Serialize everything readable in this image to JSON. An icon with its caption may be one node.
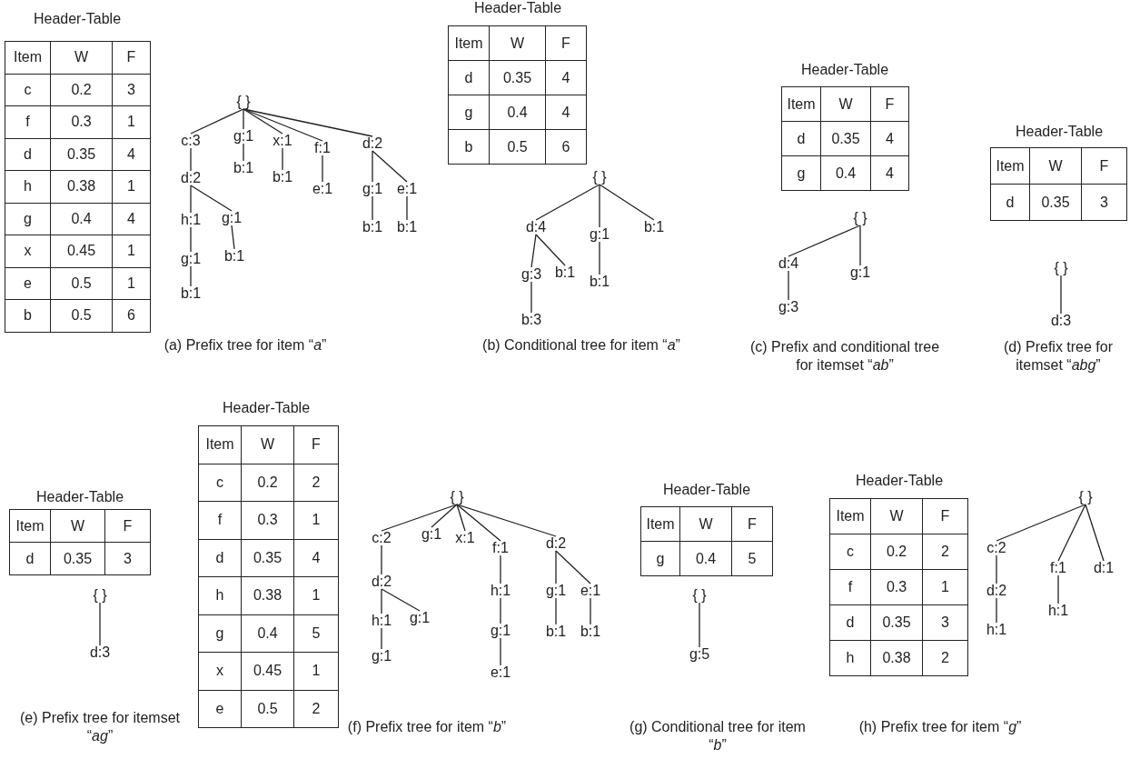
{
  "diagram": {
    "nodes": [
      {
        "text": [
          "{ }"
        ]
      },
      {
        "text": [
          "c:3"
        ]
      },
      {
        "text": [
          "g:1"
        ]
      },
      {
        "text": [
          "x:1"
        ]
      },
      {
        "text": [
          "f:1"
        ]
      },
      {
        "text": [
          "d:2"
        ]
      },
      {
        "text": [
          "d:2"
        ]
      },
      {
        "text": [
          "h:1"
        ]
      },
      {
        "text": [
          "g:1"
        ]
      },
      {
        "text": [
          "g:1"
        ]
      },
      {
        "text": [
          "b:1"
        ]
      },
      {
        "text": [
          "b:1"
        ]
      },
      {
        "text": [
          "b:1"
        ]
      },
      {
        "text": [
          "b:1"
        ]
      },
      {
        "text": [
          "e:1"
        ]
      },
      {
        "text": [
          "g:1"
        ]
      },
      {
        "text": [
          "e:1"
        ]
      },
      {
        "text": [
          "b:1"
        ]
      },
      {
        "text": [
          "b:1"
        ]
      },
      {
        "text": [
          "{ }"
        ]
      },
      {
        "text": [
          "d:4"
        ]
      },
      {
        "text": [
          "g:1"
        ]
      },
      {
        "text": [
          "b:1"
        ]
      },
      {
        "text": [
          "g:3"
        ]
      },
      {
        "text": [
          "b:1"
        ]
      },
      {
        "text": [
          "b:3"
        ]
      },
      {
        "text": [
          "b:1"
        ]
      },
      {
        "text": [
          "{ }"
        ]
      },
      {
        "text": [
          "d:4"
        ]
      },
      {
        "text": [
          "g:1"
        ]
      },
      {
        "text": [
          "g:3"
        ]
      },
      {
        "text": [
          "{ }"
        ]
      },
      {
        "text": [
          "d:3"
        ]
      },
      {
        "text": [
          "{ }"
        ]
      },
      {
        "text": [
          "d:3"
        ]
      },
      {
        "text": [
          "{ }"
        ]
      },
      {
        "text": [
          "c:2"
        ]
      },
      {
        "text": [
          "g:1"
        ]
      },
      {
        "text": [
          "x:1"
        ]
      },
      {
        "text": [
          "f:1"
        ]
      },
      {
        "text": [
          "d:2"
        ]
      },
      {
        "text": [
          "d:2"
        ]
      },
      {
        "text": [
          "h:1"
        ]
      },
      {
        "text": [
          "g:1"
        ]
      },
      {
        "text": [
          "g:1"
        ]
      },
      {
        "text": [
          "h:1"
        ]
      },
      {
        "text": [
          "g:1"
        ]
      },
      {
        "text": [
          "e:1"
        ]
      },
      {
        "text": [
          "g:1"
        ]
      },
      {
        "text": [
          "e:1"
        ]
      },
      {
        "text": [
          "b:1"
        ]
      },
      {
        "text": [
          "b:1"
        ]
      },
      {
        "text": [
          "{ }"
        ]
      },
      {
        "text": [
          "g:5"
        ]
      },
      {
        "text": [
          "{ }"
        ]
      },
      {
        "text": [
          "c:2"
        ]
      },
      {
        "text": [
          "f:1"
        ]
      },
      {
        "text": [
          "d:1"
        ]
      },
      {
        "text": [
          "d:2"
        ]
      },
      {
        "text": [
          "h:1"
        ]
      },
      {
        "text": [
          "h:1"
        ]
      }
    ],
    "edges": [
      {
        "from": 0,
        "to": 1,
        "arrow": "none"
      },
      {
        "from": 0,
        "to": 2,
        "arrow": "none"
      },
      {
        "from": 0,
        "to": 3,
        "arrow": "none"
      },
      {
        "from": 0,
        "to": 4,
        "arrow": "none"
      },
      {
        "from": 0,
        "to": 5,
        "arrow": "none"
      },
      {
        "from": 1,
        "to": 6,
        "arrow": "none"
      },
      {
        "from": 6,
        "to": 7,
        "arrow": "none"
      },
      {
        "from": 6,
        "to": 8,
        "arrow": "none"
      },
      {
        "from": 7,
        "to": 9,
        "arrow": "none"
      },
      {
        "from": 9,
        "to": 10,
        "arrow": "none"
      },
      {
        "from": 8,
        "to": 11,
        "arrow": "none"
      },
      {
        "from": 2,
        "to": 12,
        "arrow": "none"
      },
      {
        "from": 3,
        "to": 13,
        "arrow": "none"
      },
      {
        "from": 4,
        "to": 14,
        "arrow": "none"
      },
      {
        "from": 5,
        "to": 15,
        "arrow": "none"
      },
      {
        "from": 5,
        "to": 16,
        "arrow": "none"
      },
      {
        "from": 15,
        "to": 17,
        "arrow": "none"
      },
      {
        "from": 16,
        "to": 18,
        "arrow": "none"
      },
      {
        "from": 19,
        "to": 20,
        "arrow": "none"
      },
      {
        "from": 19,
        "to": 21,
        "arrow": "none"
      },
      {
        "from": 19,
        "to": 22,
        "arrow": "none"
      },
      {
        "from": 20,
        "to": 23,
        "arrow": "none"
      },
      {
        "from": 20,
        "to": 24,
        "arrow": "none"
      },
      {
        "from": 23,
        "to": 25,
        "arrow": "none"
      },
      {
        "from": 21,
        "to": 26,
        "arrow": "none"
      },
      {
        "from": 27,
        "to": 28,
        "arrow": "none"
      },
      {
        "from": 27,
        "to": 29,
        "arrow": "none"
      },
      {
        "from": 28,
        "to": 30,
        "arrow": "none"
      },
      {
        "from": 31,
        "to": 32,
        "arrow": "none"
      },
      {
        "from": 33,
        "to": 34,
        "arrow": "none"
      },
      {
        "from": 35,
        "to": 36,
        "arrow": "none"
      },
      {
        "from": 35,
        "to": 37,
        "arrow": "none"
      },
      {
        "from": 35,
        "to": 38,
        "arrow": "none"
      },
      {
        "from": 35,
        "to": 39,
        "arrow": "none"
      },
      {
        "from": 35,
        "to": 40,
        "arrow": "none"
      },
      {
        "from": 36,
        "to": 41,
        "arrow": "none"
      },
      {
        "from": 41,
        "to": 42,
        "arrow": "none"
      },
      {
        "from": 41,
        "to": 43,
        "arrow": "none"
      },
      {
        "from": 42,
        "to": 44,
        "arrow": "none"
      },
      {
        "from": 39,
        "to": 45,
        "arrow": "none"
      },
      {
        "from": 45,
        "to": 46,
        "arrow": "none"
      },
      {
        "from": 46,
        "to": 47,
        "arrow": "none"
      },
      {
        "from": 40,
        "to": 48,
        "arrow": "none"
      },
      {
        "from": 40,
        "to": 49,
        "arrow": "none"
      },
      {
        "from": 48,
        "to": 50,
        "arrow": "none"
      },
      {
        "from": 49,
        "to": 51,
        "arrow": "none"
      },
      {
        "from": 52,
        "to": 53,
        "arrow": "none"
      },
      {
        "from": 54,
        "to": 55,
        "arrow": "none"
      },
      {
        "from": 54,
        "to": 56,
        "arrow": "none"
      },
      {
        "from": 54,
        "to": 57,
        "arrow": "none"
      },
      {
        "from": 55,
        "to": 58,
        "arrow": "none"
      },
      {
        "from": 56,
        "to": 59,
        "arrow": "none"
      },
      {
        "from": 58,
        "to": 60,
        "arrow": "none"
      }
    ],
    "labels": [
      "Header-Table",
      "Item",
      "W",
      "F",
      "c",
      "0.2",
      "3",
      "f",
      "0.3",
      "1",
      "d",
      "0.35",
      "4",
      "h",
      "0.38",
      "1",
      "g",
      "0.4",
      "4",
      "x",
      "0.45",
      "1",
      "e",
      "0.5",
      "1",
      "b",
      "0.5",
      "6",
      "(a) Prefix tree for item “*a*”",
      "Header-Table",
      "Item",
      "W",
      "F",
      "d",
      "0.35",
      "4",
      "g",
      "0.4",
      "4",
      "b",
      "0.5",
      "6",
      "(b) Conditional tree for item “*a*”",
      "Header-Table",
      "Item",
      "W",
      "F",
      "d",
      "0.35",
      "4",
      "g",
      "0.4",
      "4",
      "(c) Prefix and conditional tree for itemset “*ab*”",
      "Header-Table",
      "Item",
      "W",
      "F",
      "d",
      "0.35",
      "3",
      "(d) Prefix tree for itemset “*abg*”",
      "Header-Table",
      "Item",
      "W",
      "F",
      "d",
      "0.35",
      "3",
      "(e) Prefix tree for itemset “*ag*”",
      "Header-Table",
      "Item",
      "W",
      "F",
      "c",
      "0.2",
      "2",
      "f",
      "0.3",
      "1",
      "d",
      "0.35",
      "4",
      "h",
      "0.38",
      "1",
      "g",
      "0.4",
      "5",
      "x",
      "0.45",
      "1",
      "e",
      "0.5",
      "2",
      "(f) Prefix tree for item “*b*”",
      "Header-Table",
      "Item",
      "W",
      "F",
      "g",
      "0.4",
      "5",
      "(g) Conditional tree for item “*b*”",
      "Header-Table",
      "Item",
      "W",
      "F",
      "c",
      "0.2",
      "2",
      "f",
      "0.3",
      "1",
      "d",
      "0.35",
      "3",
      "h",
      "0.38",
      "2",
      "(h) Prefix tree for item “*g*”"
    ]
  }
}
